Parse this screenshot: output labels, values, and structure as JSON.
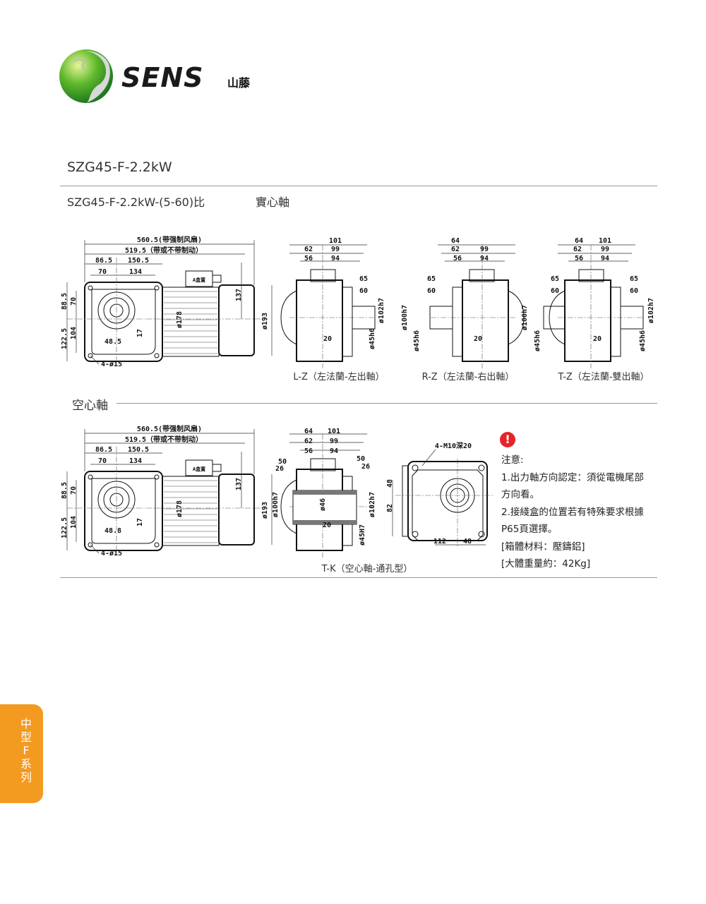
{
  "brand": {
    "name": "SENS",
    "name_cn": "山藤"
  },
  "title": "SZG45-F-2.2kW",
  "subtitle": {
    "model": "SZG45-F-2.2kW-(5-60)比",
    "type": "實心軸"
  },
  "hollow_section": "空心軸",
  "front_solid": {
    "d1": "560.5(带强制风扇)",
    "d2": "519.5（带或不带制动）",
    "d3": "86.5",
    "d4": "150.5",
    "d5": "70",
    "d6": "134",
    "v1": "88.5",
    "v2": "70",
    "v3": "122.5",
    "v4": "104",
    "d7": "48.5",
    "d8": "17",
    "d9": "ø178",
    "d10": "137",
    "d11": "ø193",
    "holes": "4-ø15",
    "box": "A盒置"
  },
  "front_hollow": {
    "d1": "560.5(带强制风扇)",
    "d2": "519.5（带或不带制动）",
    "d3": "86.5",
    "d4": "150.5",
    "d5": "70",
    "d6": "134",
    "v1": "88.5",
    "v2": "70",
    "v3": "122.5",
    "v4": "104",
    "d7": "48.8",
    "d8": "17",
    "d9": "ø178",
    "d10": "137",
    "d11": "ø193",
    "holes": "4-ø15",
    "box": "A盒置"
  },
  "views": {
    "lz": {
      "caption": "L-Z（左法蘭-左出軸）",
      "a": "101",
      "b": "62",
      "c": "99",
      "d": "56",
      "e": "94",
      "f": "65",
      "g": "60",
      "h": "20",
      "i": "ø102h7",
      "j": "ø45h6"
    },
    "rz": {
      "caption": "R-Z（左法蘭-右出軸）",
      "a": "64",
      "b": "62",
      "c": "99",
      "d": "56",
      "e": "94",
      "f": "65",
      "g": "60",
      "h": "20",
      "i": "ø100h7",
      "j": "ø45h6"
    },
    "tz": {
      "caption": "T-Z（左法蘭-雙出軸）",
      "a0": "64",
      "a": "101",
      "b": "62",
      "c": "99",
      "d": "56",
      "e": "94",
      "f": "65",
      "g": "60",
      "f2": "65",
      "g2": "60",
      "h": "20",
      "i": "ø100h7",
      "i2": "ø102h7",
      "j": "ø45h6",
      "j2": "ø45h6"
    },
    "tk": {
      "caption": "T-K（空心軸-通孔型）",
      "a": "64",
      "b": "101",
      "c": "62",
      "d": "99",
      "e": "56",
      "f": "94",
      "g": "50",
      "h": "26",
      "g2": "50",
      "h2": "26",
      "i": "ø100h7",
      "j": "ø46",
      "k": "ø102h7",
      "l": "20",
      "m": "ø45H7"
    },
    "flange": {
      "holes": "4-M10深20",
      "a": "48",
      "b": "82",
      "c": "112",
      "d": "48"
    }
  },
  "notes": {
    "heading": "注意:",
    "line1": "1.出力軸方向認定：須從電機尾部",
    "line1b": "方向看。",
    "line2": "2.接綫盒的位置若有特殊要求根據",
    "line2b": "P65頁選擇。",
    "line3": "[箱體材料：壓鑄鋁]",
    "line4": "[大體重量約：42Kg]",
    "alert_icon": "!"
  },
  "side_tab": "中型F系列",
  "colors": {
    "accent": "#f39a21",
    "alert": "#e0262b",
    "logo_green": "#3a9a2a"
  }
}
